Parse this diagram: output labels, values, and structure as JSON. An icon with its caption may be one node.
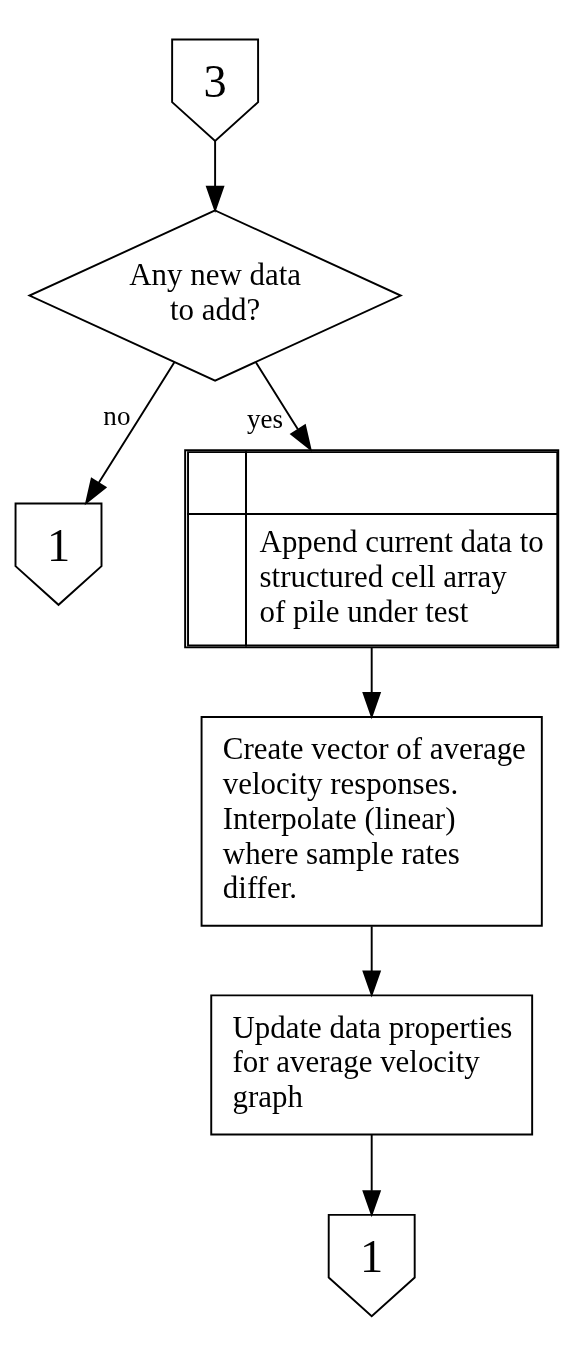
{
  "diagram": {
    "nodes": [
      {
        "text": [
          "3"
        ]
      },
      {
        "text": [
          "Any new data to add?"
        ]
      },
      {
        "text": [
          "1"
        ]
      },
      {
        "text": [
          "Append current data to structured cell array of pile under test"
        ]
      },
      {
        "text": [
          "Create vector of average velocity responses. Interpolate (linear) where sample rates differ."
        ]
      },
      {
        "text": [
          "Update data properties for average velocity graph"
        ]
      },
      {
        "text": [
          "1"
        ]
      }
    ],
    "edges": [
      {
        "from": 0,
        "to": 1,
        "arrow": "to"
      },
      {
        "from": 1,
        "to": 2,
        "arrow": "to",
        "label": "no"
      },
      {
        "from": 1,
        "to": 3,
        "arrow": "to",
        "label": "yes"
      },
      {
        "from": 3,
        "to": 4,
        "arrow": "to"
      },
      {
        "from": 4,
        "to": 5,
        "arrow": "to"
      },
      {
        "from": 5,
        "to": 6,
        "arrow": "to"
      }
    ]
  }
}
